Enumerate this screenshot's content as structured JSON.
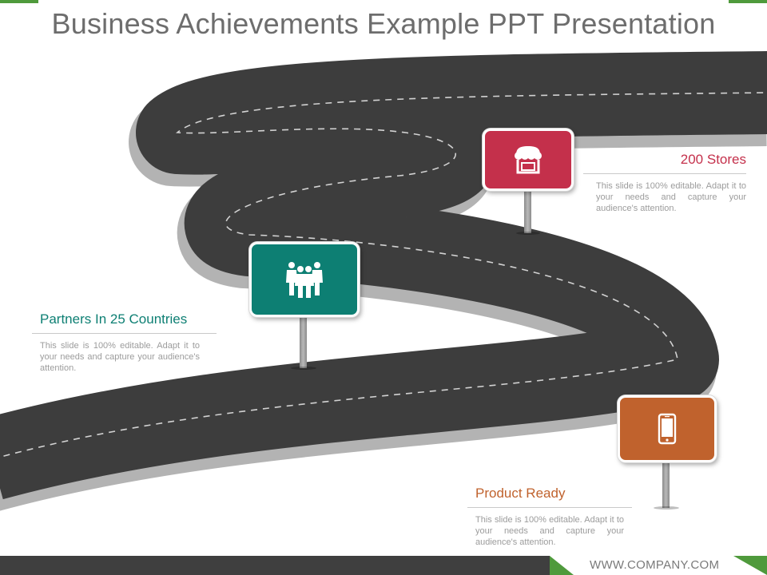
{
  "slide": {
    "title": "Business Achievements Example PPT Presentation"
  },
  "milestones": [
    {
      "heading": "200 Stores",
      "description": "This slide is 100% editable. Adapt it to your needs and capture your audience's attention.",
      "icon": "store-icon",
      "color": "#c4304b"
    },
    {
      "heading": "Partners In 25 Countries",
      "description": "This slide is 100% editable. Adapt it to your needs and capture your audience's attention.",
      "icon": "team-icon",
      "color": "#0d7f73"
    },
    {
      "heading": "Product Ready",
      "description": "This slide is 100% editable. Adapt it to your needs and capture your audience's attention.",
      "icon": "smartphone-icon",
      "color": "#c0622d"
    }
  ],
  "footer": {
    "url": "WWW.COMPANY.COM"
  },
  "colors": {
    "road": "#3d3d3d",
    "road_shadow": "#b3b3b3",
    "title": "#6d6d6d",
    "accent_green": "#4f9a3c"
  }
}
